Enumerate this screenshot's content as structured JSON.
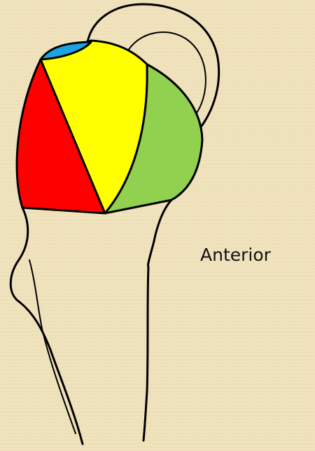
{
  "label": {
    "text": "Anterior"
  },
  "regions": [
    {
      "name": "top",
      "color": "#1ba3e2"
    },
    {
      "name": "left",
      "color": "#ff0000"
    },
    {
      "name": "center",
      "color": "#ffff00"
    },
    {
      "name": "right",
      "color": "#92d050"
    }
  ]
}
